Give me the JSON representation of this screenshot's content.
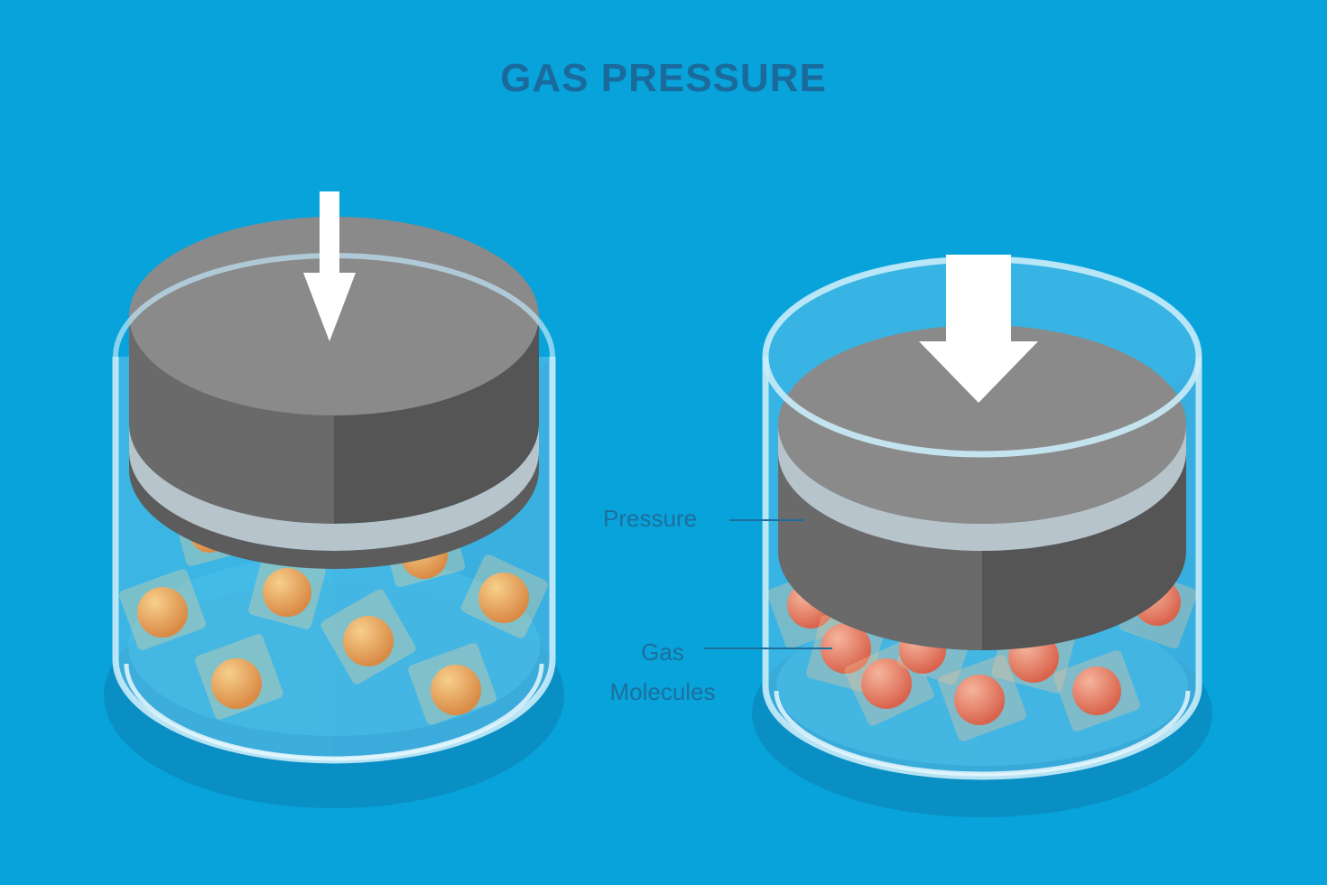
{
  "title": "GAS PRESSURE",
  "labels": {
    "pressure": "Pressure",
    "gas_line1": "Gas",
    "gas_line2": "Molecules"
  },
  "colors": {
    "background": "#07a3da",
    "title": "#1b6a9c",
    "piston_top": "#8a8a8a",
    "piston_side_dark": "#555555",
    "molecule_low_pressure": "#e69a55",
    "molecule_high_pressure": "#e47a64",
    "glass": "#bfe6f6"
  },
  "icons": {
    "left_arrow": "down-arrow-icon",
    "right_arrow": "down-arrow-icon"
  }
}
